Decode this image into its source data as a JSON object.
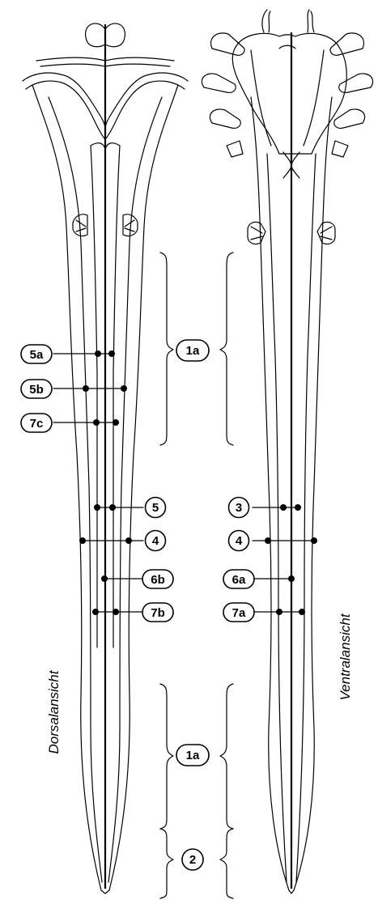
{
  "views": {
    "dorsal": {
      "title": "Dorsalansicht"
    },
    "ventral": {
      "title": "Ventralansicht"
    }
  },
  "labels": {
    "d_5a": "5a",
    "d_5b": "5b",
    "d_7c": "7c",
    "d_1a_upper": "1a",
    "d_5": "5",
    "d_4": "4",
    "d_6b": "6b",
    "d_7b": "7b",
    "v_3": "3",
    "v_4": "4",
    "v_6a": "6a",
    "v_7a": "7a",
    "lower_1a": "1a",
    "seg_2": "2"
  }
}
